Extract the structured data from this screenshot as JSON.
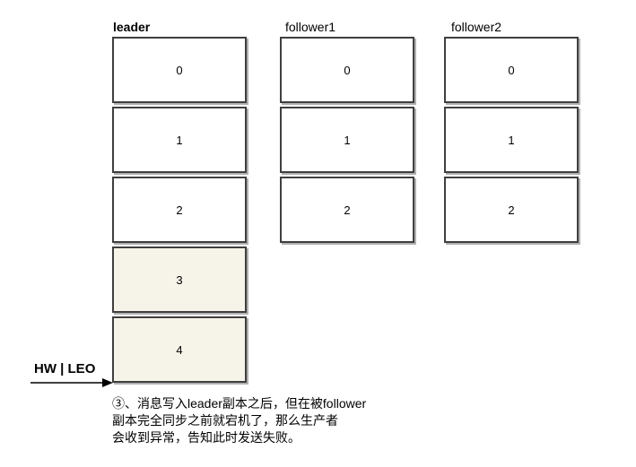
{
  "columns": [
    {
      "id": "leader",
      "label": "leader",
      "label_style": "bold",
      "cells": [
        {
          "value": "0",
          "highlighted": false
        },
        {
          "value": "1",
          "highlighted": false
        },
        {
          "value": "2",
          "highlighted": false
        },
        {
          "value": "3",
          "highlighted": true
        },
        {
          "value": "4",
          "highlighted": true
        }
      ]
    },
    {
      "id": "follower1",
      "label": "follower1",
      "label_style": "normal",
      "cells": [
        {
          "value": "0",
          "highlighted": false
        },
        {
          "value": "1",
          "highlighted": false
        },
        {
          "value": "2",
          "highlighted": false
        }
      ]
    },
    {
      "id": "follower2",
      "label": "follower2",
      "label_style": "normal",
      "cells": [
        {
          "value": "0",
          "highlighted": false
        },
        {
          "value": "1",
          "highlighted": false
        },
        {
          "value": "2",
          "highlighted": false
        }
      ]
    }
  ],
  "hw_leo_marker": {
    "label": "HW | LEO"
  },
  "caption": {
    "lines": [
      "③、消息写入leader副本之后，但在被follower",
      "副本完全同步之前就宕机了，那么生产者",
      "会收到异常，告知此时发送失败。"
    ]
  },
  "colors": {
    "highlight_fill": "#f6f3e8",
    "normal_fill": "#ffffff",
    "border": "#3f3f3f",
    "shadow": "#b0b0b0",
    "arrow": "#000000"
  }
}
